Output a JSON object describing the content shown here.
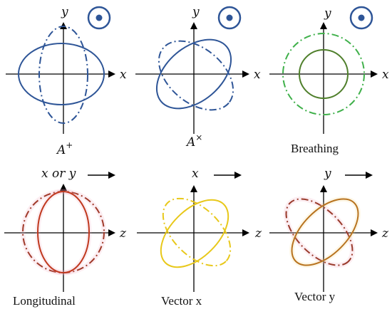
{
  "colors": {
    "blue": "#2e5597",
    "green": "#4f7f2b",
    "green_dash": "#3fb04a",
    "red": "#c0391f",
    "red_dash": "#a03a2a",
    "yellow": "#e8c81a",
    "orange": "#b8731f",
    "orange_dash": "#9a3b2c",
    "halo_pink": "#f0a0b8",
    "axis": "#000000"
  },
  "icons": {
    "out_of_plane": "circle-dot-icon",
    "propagation": "right-arrow-icon"
  },
  "panels": [
    {
      "id": "plus",
      "h_axis": "x",
      "v_axis": "y",
      "caption": "A",
      "caption_sup": "+",
      "marker": "circle-dot-icon"
    },
    {
      "id": "cross",
      "h_axis": "x",
      "v_axis": "y",
      "caption": "A",
      "caption_sup": "×",
      "marker": "circle-dot-icon"
    },
    {
      "id": "breathing",
      "h_axis": "x",
      "v_axis": "y",
      "caption": "Breathing",
      "caption_sup": "",
      "marker": "circle-dot-icon"
    },
    {
      "id": "longitudinal",
      "h_axis": "z",
      "v_axis": "x or y",
      "caption": "Longitudinal",
      "caption_sup": "",
      "marker": "right-arrow-icon"
    },
    {
      "id": "vector-x",
      "h_axis": "z",
      "v_axis": "x",
      "caption": "Vector x",
      "caption_sup": "",
      "marker": "right-arrow-icon"
    },
    {
      "id": "vector-y",
      "h_axis": "z",
      "v_axis": "y",
      "caption": "Vector y",
      "caption_sup": "",
      "marker": "right-arrow-icon"
    }
  ]
}
